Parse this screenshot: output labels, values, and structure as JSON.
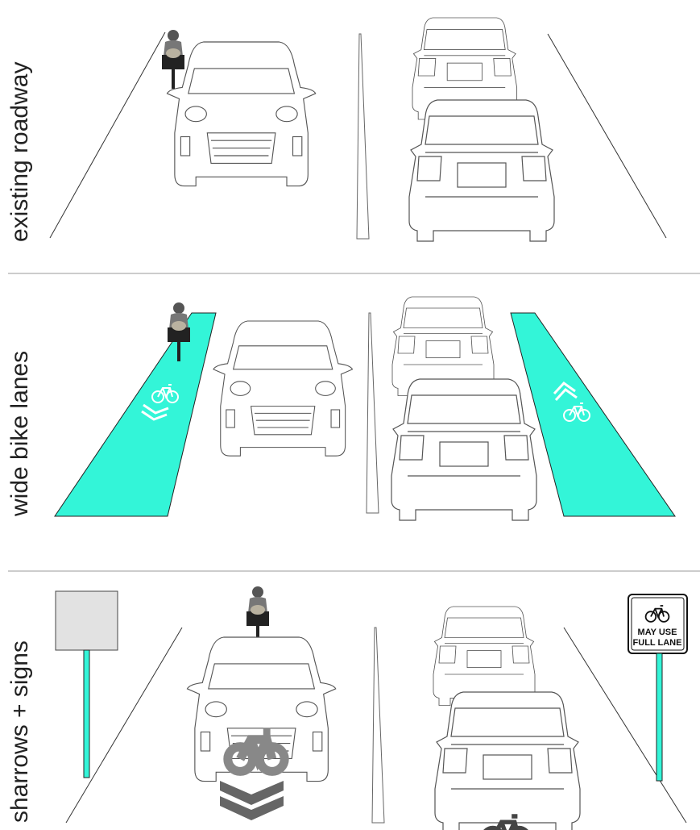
{
  "panels": [
    {
      "label": "existing roadway"
    },
    {
      "label": "wide bike lanes"
    },
    {
      "label": "sharrows + signs"
    }
  ],
  "sign": {
    "line1": "MAY USE",
    "line2": "FULL LANE"
  },
  "colors": {
    "bike_lane": "#33f5d8",
    "line": "#333333",
    "sharrow": "#666666",
    "sign_panel": "#e2e2e2"
  },
  "icons": [
    "bicycle-icon",
    "chevron-up-icon",
    "chevron-down-icon",
    "car-front-icon",
    "car-rear-icon",
    "cyclist-icon"
  ]
}
